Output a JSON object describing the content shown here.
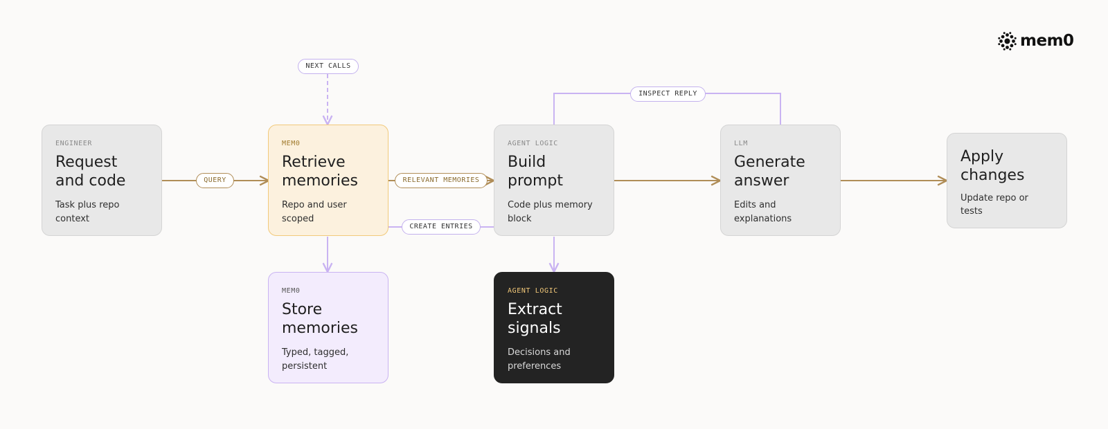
{
  "logo": {
    "text": "mem0",
    "icon": "mem0-logo-icon"
  },
  "nodes": {
    "engineer": {
      "kicker": "ENGINEER",
      "title": "Request and code",
      "desc": "Task plus repo context"
    },
    "retrieve": {
      "kicker": "MEM0",
      "title": "Retrieve memories",
      "desc": "Repo and user scoped"
    },
    "build": {
      "kicker": "AGENT LOGIC",
      "title": "Build prompt",
      "desc": "Code plus memory block"
    },
    "generate": {
      "kicker": "LLM",
      "title": "Generate answer",
      "desc": "Edits and explanations"
    },
    "apply": {
      "title": "Apply changes",
      "desc": "Update repo or tests"
    },
    "store": {
      "kicker": "MEM0",
      "title": "Store memories",
      "desc": "Typed, tagged, persistent"
    },
    "extract": {
      "kicker": "AGENT LOGIC",
      "title": "Extract signals",
      "desc": "Decisions and preferences"
    }
  },
  "edges": {
    "query": "QUERY",
    "relevant": "RELEVANT MEMORIES",
    "create": "CREATE ENTRIES",
    "inspect": "INSPECT REPLY",
    "next_calls": "NEXT CALLS"
  },
  "colors": {
    "main_flow": "#b08d57",
    "memory_flow": "#c9b3f2",
    "background": "#fbfaf9",
    "dark_node": "#232323",
    "mem0_node": "#fcf1de"
  }
}
